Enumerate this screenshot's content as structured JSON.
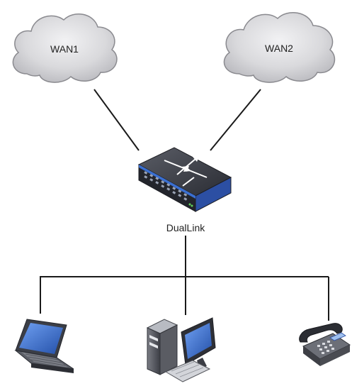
{
  "nodes": {
    "wan1": {
      "label": "WAN1"
    },
    "wan2": {
      "label": "WAN2"
    },
    "router": {
      "label": "DualLink"
    }
  },
  "colors": {
    "cloud_fill": "#d7d7d9",
    "cloud_stroke": "#8a8a8f",
    "line": "#1a1a1a",
    "router_body": "#2d2f37",
    "router_accent": "#2c4fa3",
    "device_blue": "#3a6fd1"
  },
  "icons": [
    "cloud-icon",
    "network-switch-icon",
    "laptop-icon",
    "desktop-computer-icon",
    "desk-phone-icon"
  ]
}
